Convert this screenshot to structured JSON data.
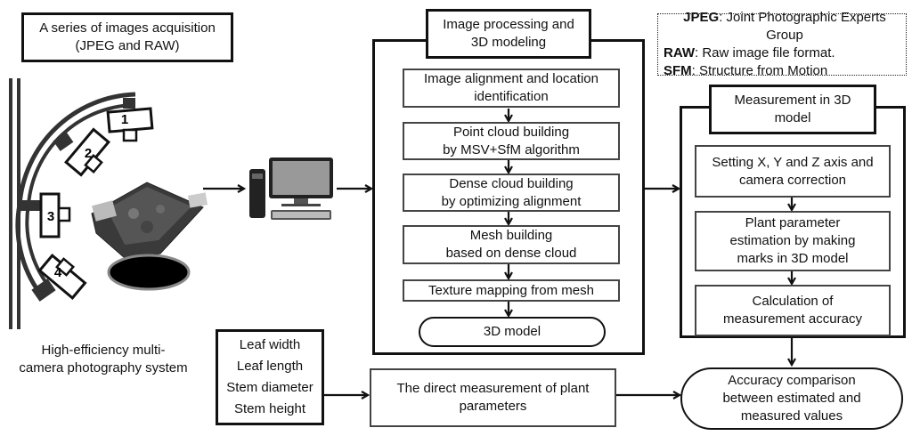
{
  "acquisition": {
    "title_lines": [
      "A series of images acquisition",
      "(JPEG and RAW)"
    ],
    "camera_labels": [
      "1",
      "2",
      "3",
      "4"
    ],
    "system_caption_lines": [
      "High-efficiency multi-",
      "camera photography system"
    ]
  },
  "computer": {
    "icon": "desktop-computer-icon"
  },
  "processing": {
    "title_lines": [
      "Image processing and",
      "3D modeling"
    ],
    "steps": [
      {
        "lines": [
          "Image alignment and location",
          "identification"
        ]
      },
      {
        "lines": [
          "Point cloud building",
          "by MSV+SfM algorithm"
        ]
      },
      {
        "lines": [
          "Dense cloud building",
          "by optimizing alignment"
        ]
      },
      {
        "lines": [
          "Mesh building",
          "based on dense cloud"
        ]
      },
      {
        "lines": [
          "Texture mapping from mesh"
        ]
      }
    ],
    "result": "3D model"
  },
  "legend": {
    "items": [
      {
        "term": "JPEG",
        "definition": ": Joint Photographic Experts Group"
      },
      {
        "term": "RAW",
        "definition": ": Raw image file format."
      },
      {
        "term": "SFM",
        "definition": ": Structure from Motion"
      }
    ]
  },
  "measurement": {
    "title_lines": [
      "Measurement in 3D",
      "model"
    ],
    "steps": [
      {
        "lines": [
          "Setting X, Y and Z axis and",
          "camera correction"
        ]
      },
      {
        "lines": [
          "Plant parameter",
          "estimation by making",
          "marks in 3D model"
        ]
      },
      {
        "lines": [
          "Calculation of",
          "measurement accuracy"
        ]
      }
    ]
  },
  "parameters": {
    "items": [
      "Leaf width",
      "Leaf length",
      "Stem diameter",
      "Stem height"
    ]
  },
  "direct_measurement": {
    "lines": [
      "The direct measurement of plant",
      "parameters"
    ]
  },
  "comparison": {
    "lines": [
      "Accuracy comparison",
      "between estimated and",
      "measured values"
    ]
  }
}
